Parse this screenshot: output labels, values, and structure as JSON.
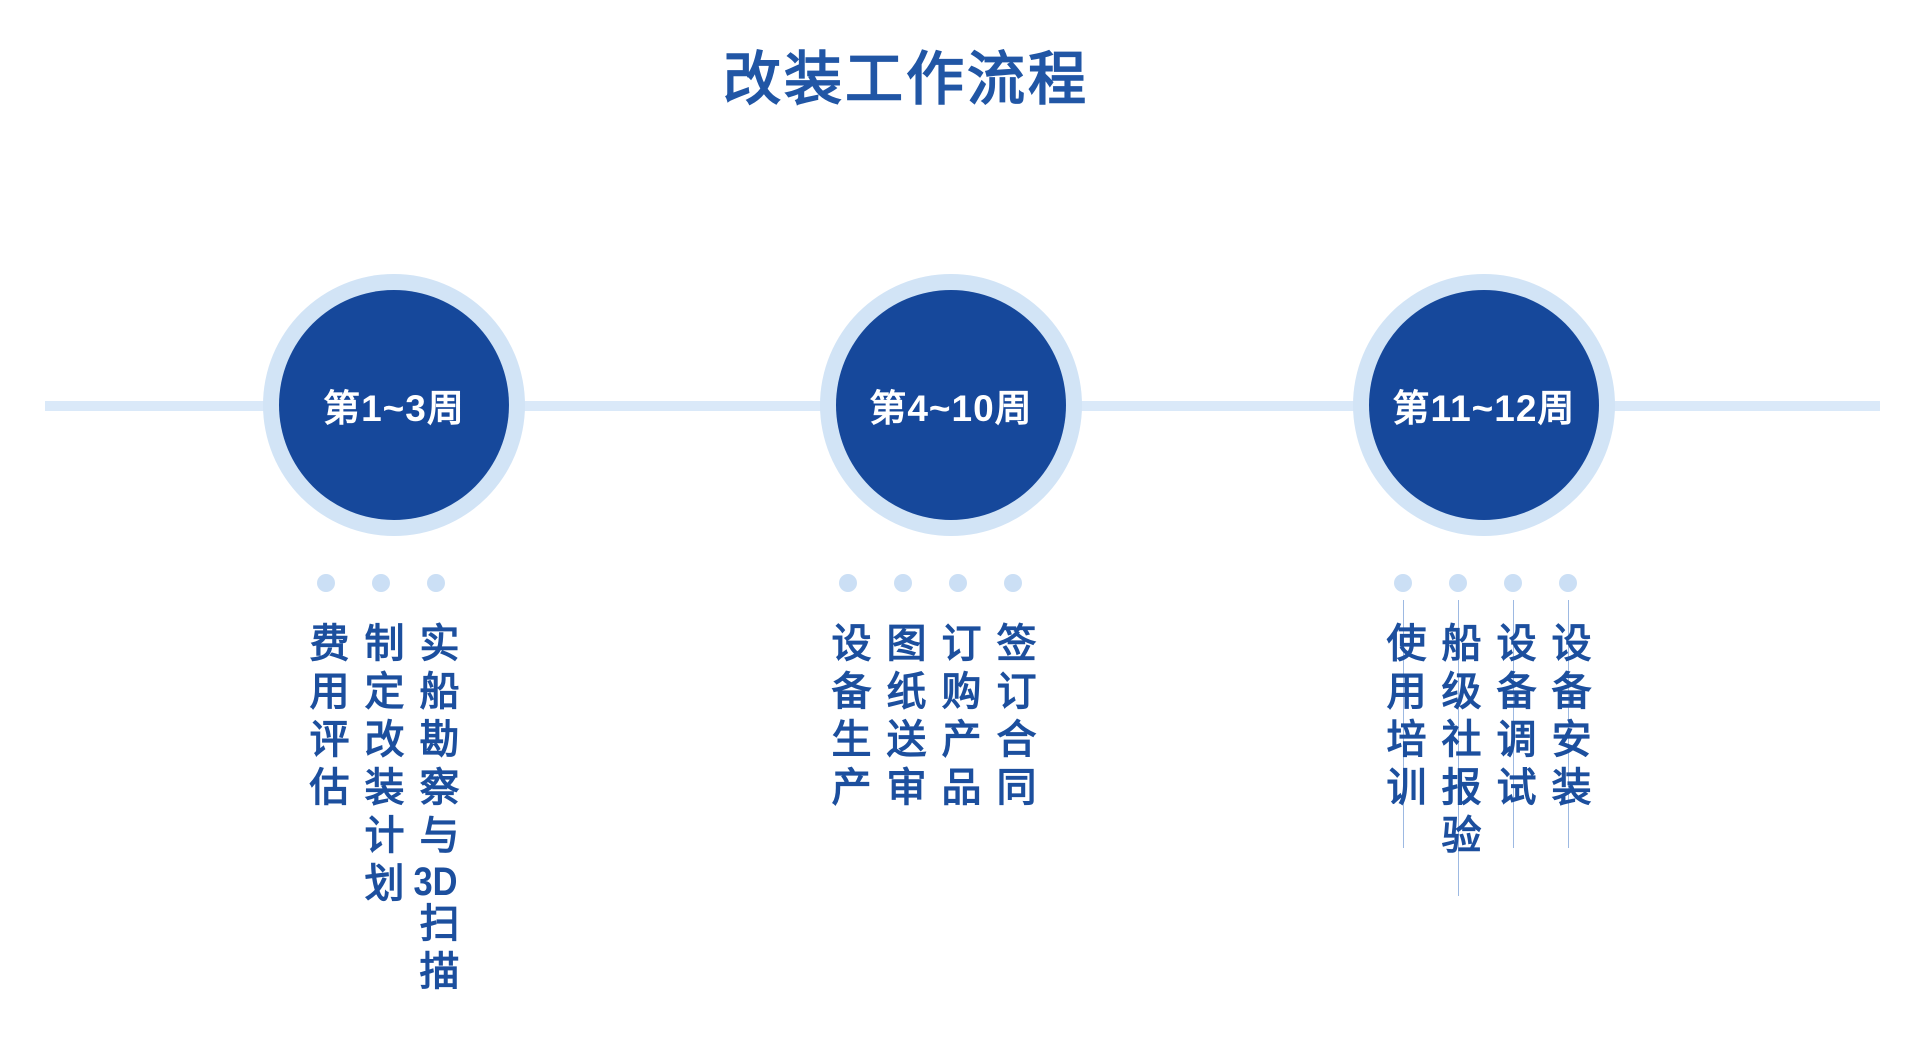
{
  "page": {
    "title": "改装工作流程"
  },
  "colors": {
    "dark_blue": "#16489B",
    "text_blue": "#1C4F9E",
    "title_blue": "#2156A5",
    "ring_light_blue": "#D2E4F6",
    "timeline_light_blue": "#DAE9F9",
    "dot_light_blue": "#CBDFF5",
    "leader_line_blue": "#9DB9E2"
  },
  "timeline": {
    "reading_order": "right-to-left",
    "groups": [
      {
        "week_label": "第1~3周",
        "steps": [
          "实船勘察与3D扫描",
          "制定改装计划",
          "费用评估"
        ]
      },
      {
        "week_label": "第4~10周",
        "steps": [
          "签订合同",
          "订购产品",
          "图纸送审",
          "设备生产"
        ]
      },
      {
        "week_label": "第11~12周",
        "steps": [
          "设备安装",
          "设备调试",
          "船级社报验",
          "使用培训"
        ]
      }
    ]
  }
}
